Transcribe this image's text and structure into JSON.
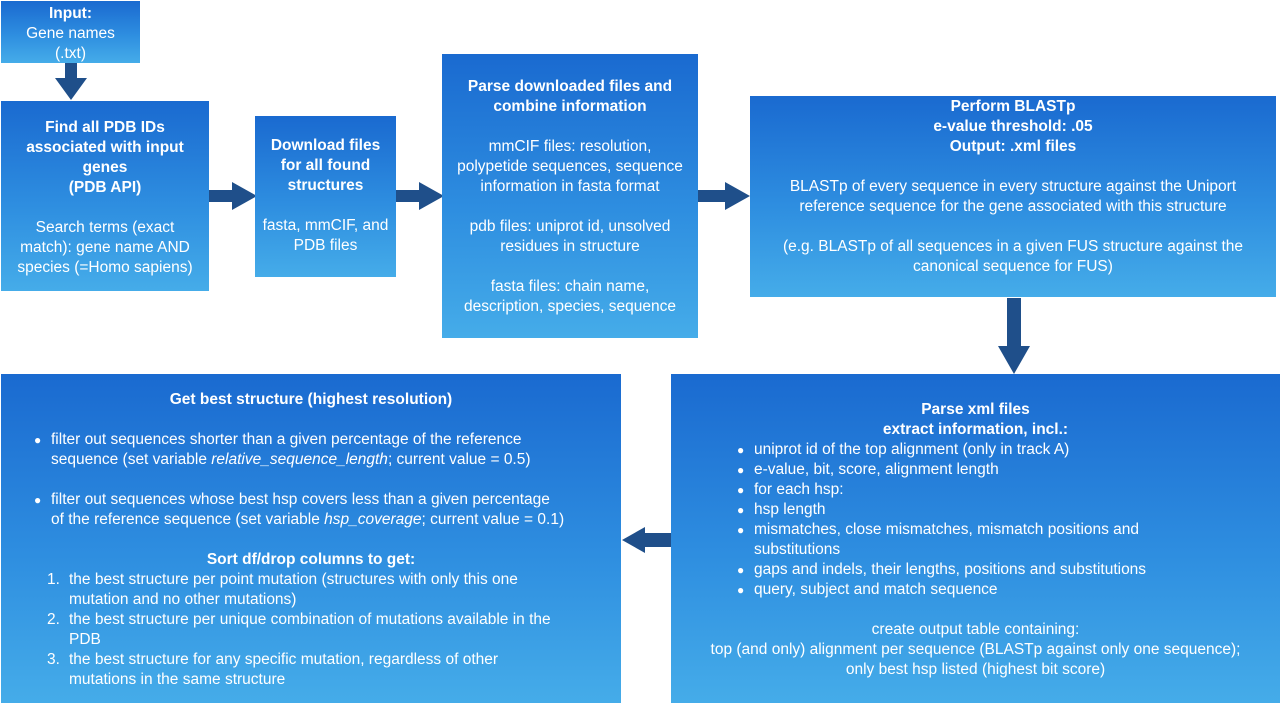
{
  "input_box": {
    "title": "Input:",
    "line1": "Gene names",
    "line2": "(.txt)"
  },
  "find_pdb_box": {
    "title_lines": [
      "Find all PDB IDs",
      "associated with input",
      "genes",
      "(PDB API)"
    ],
    "search_lines": [
      "Search terms (exact",
      "match): gene name AND",
      "species (=Homo sapiens)"
    ]
  },
  "download_box": {
    "title_lines": [
      "Download files",
      "for all found",
      "structures"
    ],
    "body_lines": [
      "fasta, mmCIF, and",
      "PDB files"
    ]
  },
  "parse_files_box": {
    "title_lines": [
      "Parse downloaded files and",
      "combine information"
    ],
    "mmcif_lines": [
      "mmCIF files: resolution,",
      "polypetide sequences, sequence",
      "information in fasta format"
    ],
    "pdb_lines": [
      "pdb files: uniprot id, unsolved",
      "residues in structure"
    ],
    "fasta_lines": [
      "fasta files: chain name,",
      "description, species, sequence"
    ]
  },
  "blastp_box": {
    "title_lines": [
      "Perform BLASTp",
      "e-value threshold: .05",
      "Output: .xml files"
    ],
    "body_lines": [
      "BLASTp of every sequence in every structure against the Uniport",
      "reference sequence for the gene associated with this structure"
    ],
    "example_lines": [
      "(e.g. BLASTp of all sequences in a given FUS structure against the",
      "canonical sequence for FUS)"
    ]
  },
  "parse_xml_box": {
    "title_lines": [
      "Parse xml files",
      "extract information, incl.:"
    ],
    "bullets": [
      [
        "uniprot id of the top alignment (only in track A)"
      ],
      [
        "e-value, bit, score, alignment length"
      ],
      [
        "for each hsp:"
      ],
      [
        "hsp length"
      ],
      [
        "mismatches, close mismatches, mismatch positions and",
        "substitutions"
      ],
      [
        "gaps and indels, their lengths, positions and substitutions"
      ],
      [
        "query, subject and match sequence"
      ]
    ],
    "table_lines": [
      "create output table containing:",
      "top (and only) alignment per sequence (BLASTp against only one sequence);",
      "only best hsp listed (highest bit score)"
    ]
  },
  "best_structure_box": {
    "title": "Get best structure (highest resolution)",
    "filter1": {
      "line1": "filter out sequences shorter than a given percentage of the reference",
      "line2_pre": "sequence (set variable ",
      "var": "relative_sequence_length",
      "line2_post": "; current value = 0.5)"
    },
    "filter2": {
      "line1": "filter out sequences whose best hsp covers less than a given percentage",
      "line2_pre": "of the reference sequence (set variable ",
      "var": "hsp_coverage",
      "line2_post": "; current value = 0.1)"
    },
    "sort_title": "Sort df/drop columns to get:",
    "sort_items": [
      {
        "n": "1.",
        "lines": [
          "the best structure per point mutation (structures with only this one",
          "mutation and no other mutations)"
        ]
      },
      {
        "n": "2.",
        "lines": [
          "the best structure per unique combination of mutations available in the",
          "PDB"
        ]
      },
      {
        "n": "3.",
        "lines": [
          "the best structure for any specific mutation, regardless of other",
          "mutations in the same structure"
        ]
      }
    ]
  }
}
